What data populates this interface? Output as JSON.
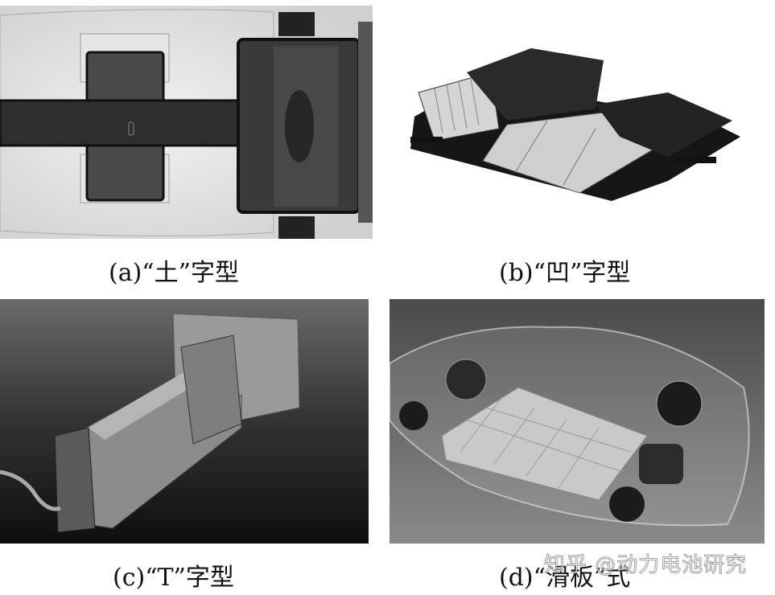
{
  "figure": {
    "panels": [
      {
        "id": "a",
        "caption": "(a)“土”字型",
        "description": "Underbody view of battery pack shaped like the character 土"
      },
      {
        "id": "b",
        "caption": "(b)“凹”字型",
        "description": "Battery pack shaped like the character 凹"
      },
      {
        "id": "c",
        "caption": "(c)“T”字型",
        "description": "T-shaped battery pack on dark reflective background"
      },
      {
        "id": "d",
        "caption": "(d)“滑板”式",
        "description": "Skateboard chassis with flat battery pack"
      }
    ],
    "watermark": "知乎 @动力电池研究"
  }
}
